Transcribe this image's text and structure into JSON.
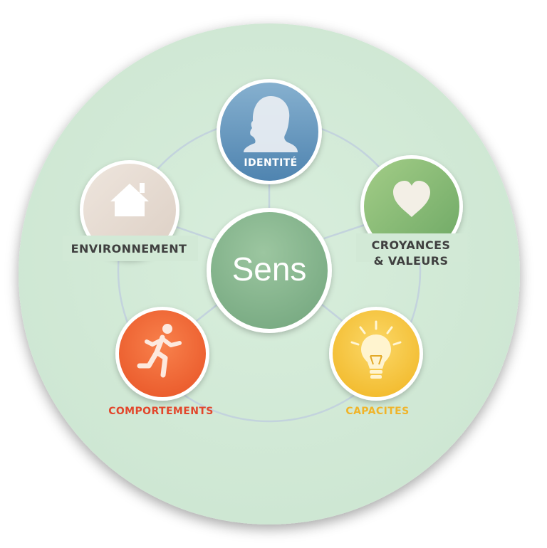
{
  "diagram": {
    "center": {
      "label": "Sens",
      "color": "#86b48d"
    },
    "nodes": [
      {
        "id": "identite",
        "label": "IDENTITÉ",
        "icon": "person-head-icon",
        "color": "#6b9dc2",
        "label_color": "#ffffff"
      },
      {
        "id": "croyances",
        "label_line1": "CROYANCES",
        "label_line2": "& VALEURS",
        "icon": "heart-icon",
        "color": "#8dbd7a",
        "label_color": "#3f3f3f"
      },
      {
        "id": "capacites",
        "label": "CAPACITES",
        "icon": "lightbulb-icon",
        "color": "#f6c948",
        "label_color": "#f0b42a"
      },
      {
        "id": "comportements",
        "label": "COMPORTEMENTS",
        "icon": "running-person-icon",
        "color": "#f26e3d",
        "label_color": "#e2462b"
      },
      {
        "id": "environnement",
        "label": "ENVIRONNEMENT",
        "icon": "house-icon",
        "color": "#e6dcd3",
        "label_color": "#3f3f3f"
      }
    ],
    "background_color": "#d2e9d6"
  }
}
